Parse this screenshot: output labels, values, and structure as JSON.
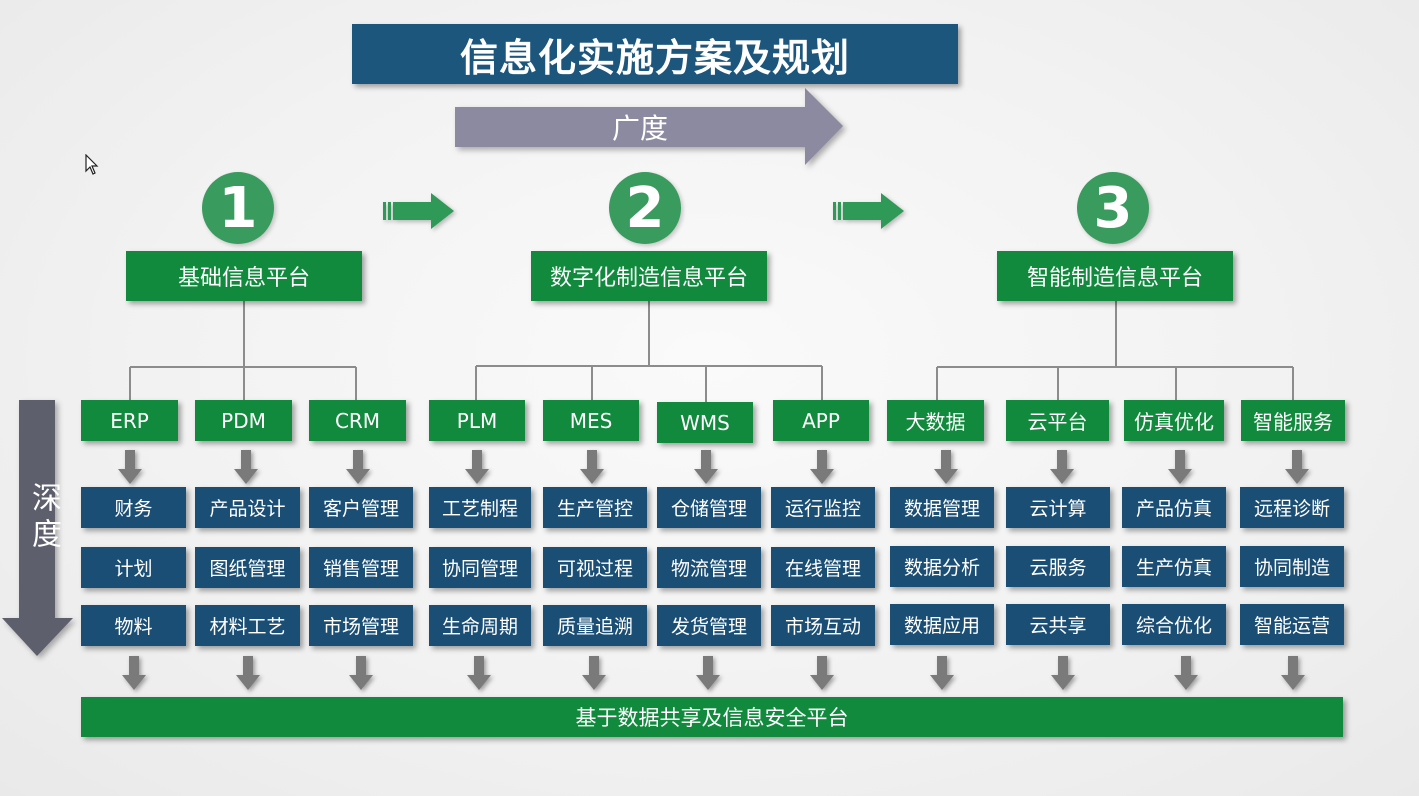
{
  "title": "信息化实施方案及规划",
  "breadth_label": "广度",
  "depth_label": "深度",
  "platforms": [
    {
      "number": "1",
      "name": "基础信息平台",
      "modules": [
        {
          "name": "ERP",
          "functions": [
            "财务",
            "计划",
            "物料"
          ]
        },
        {
          "name": "PDM",
          "functions": [
            "产品设计",
            "图纸管理",
            "材料工艺"
          ]
        },
        {
          "name": "CRM",
          "functions": [
            "客户管理",
            "销售管理",
            "市场管理"
          ]
        }
      ]
    },
    {
      "number": "2",
      "name": "数字化制造信息平台",
      "modules": [
        {
          "name": "PLM",
          "functions": [
            "工艺制程",
            "协同管理",
            "生命周期"
          ]
        },
        {
          "name": "MES",
          "functions": [
            "生产管控",
            "可视过程",
            "质量追溯"
          ]
        },
        {
          "name": "WMS",
          "functions": [
            "仓储管理",
            "物流管理",
            "发货管理"
          ]
        },
        {
          "name": "APP",
          "functions": [
            "运行监控",
            "在线管理",
            "市场互动"
          ]
        }
      ]
    },
    {
      "number": "3",
      "name": "智能制造信息平台",
      "modules": [
        {
          "name": "大数据",
          "functions": [
            "数据管理",
            "数据分析",
            "数据应用"
          ]
        },
        {
          "name": "云平台",
          "functions": [
            "云计算",
            "云服务",
            "云共享"
          ]
        },
        {
          "name": "仿真优化",
          "functions": [
            "产品仿真",
            "生产仿真",
            "综合优化"
          ]
        },
        {
          "name": "智能服务",
          "functions": [
            "远程诊断",
            "协同制造",
            "智能运营"
          ]
        }
      ]
    }
  ],
  "foundation": "基于数据共享及信息安全平台",
  "colors": {
    "title_bg": "#1c567c",
    "platform_green": "#128a3e",
    "circle_green": "#3a9b5e",
    "function_blue": "#1b4e74",
    "connector_gray": "#8c8c8c",
    "flow_arrow_gray": "#7a7a7a",
    "breadth_arrow": "#8b8aa1",
    "depth_arrow": "#5d5f6d",
    "step_arrow_green": "#2f9a57"
  },
  "icons": {
    "cursor": "mouse-pointer-icon",
    "flow_arrow": "down-arrow-icon",
    "step_arrow": "right-arrow-icon"
  }
}
